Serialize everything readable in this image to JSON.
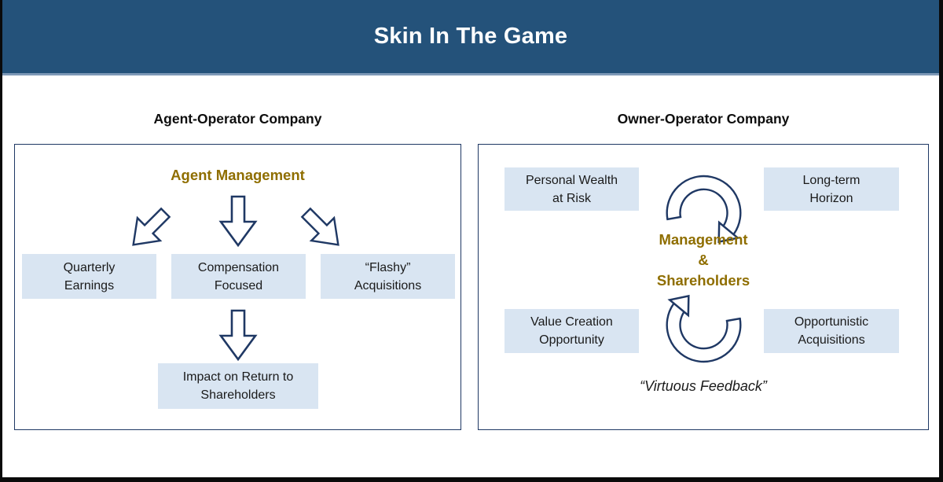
{
  "banner": {
    "title": "Skin In The Game"
  },
  "left_section": {
    "heading": "Agent-Operator Company",
    "label": "Agent Management",
    "boxes": [
      {
        "line1": "Quarterly",
        "line2": "Earnings"
      },
      {
        "line1": "Compensation",
        "line2": "Focused"
      },
      {
        "line1": "“Flashy”",
        "line2": "Acquisitions"
      }
    ],
    "result_box": {
      "line1": "Impact on Return to",
      "line2": "Shareholders"
    }
  },
  "right_section": {
    "heading": "Owner-Operator Company",
    "boxes": [
      {
        "line1": "Personal Wealth",
        "line2": "at Risk"
      },
      {
        "line1": "Long-term",
        "line2": "Horizon"
      },
      {
        "line1": "Value Creation",
        "line2": "Opportunity"
      },
      {
        "line1": "Opportunistic",
        "line2": "Acquisitions"
      }
    ],
    "center_label": {
      "line1": "Management",
      "line2": "&",
      "line3": "Shareholders"
    },
    "caption": "“Virtuous Feedback”"
  },
  "icons": {
    "down_left_arrow": "down-left-arrow-icon",
    "down_arrow": "down-arrow-icon",
    "down_right_arrow": "down-right-arrow-icon",
    "cycle_arrow_top": "curved-cycle-arrow-icon",
    "cycle_arrow_bottom": "curved-cycle-arrow-icon"
  },
  "colors": {
    "banner_bg": "#24527A",
    "banner_underline": "#7E99B7",
    "outer_border": "#0A0A0A",
    "panel_border": "#1F3864",
    "box_bg": "#D9E5F2",
    "gold_text": "#8F6E00",
    "arrow_stroke": "#1F3864",
    "body_text": "#1A1A1A"
  }
}
